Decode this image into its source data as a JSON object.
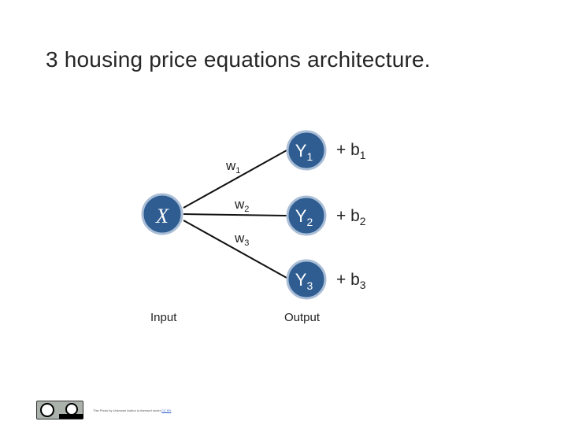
{
  "slide": {
    "title": "3 housing price equations architecture."
  },
  "diagram": {
    "input_node": "X",
    "output_nodes": [
      {
        "name": "Y",
        "sub": "1"
      },
      {
        "name": "Y",
        "sub": "2"
      },
      {
        "name": "Y",
        "sub": "3"
      }
    ],
    "weights": [
      {
        "name": "w",
        "sub": "1"
      },
      {
        "name": "w",
        "sub": "2"
      },
      {
        "name": "w",
        "sub": "3"
      }
    ],
    "biases": [
      {
        "prefix": "+ b",
        "sub": "1"
      },
      {
        "prefix": "+ b",
        "sub": "2"
      },
      {
        "prefix": "+ b",
        "sub": "3"
      }
    ],
    "node_fill": "#2f5d91",
    "node_stroke": "#a9bdd6",
    "edge_color": "#111111",
    "input_label": "Input",
    "output_label": "Output"
  },
  "footer": {
    "license_icon": "cc-by-icon",
    "license_text": "This Photo by Unknown Author is licensed under",
    "license_link": "CC BY"
  }
}
